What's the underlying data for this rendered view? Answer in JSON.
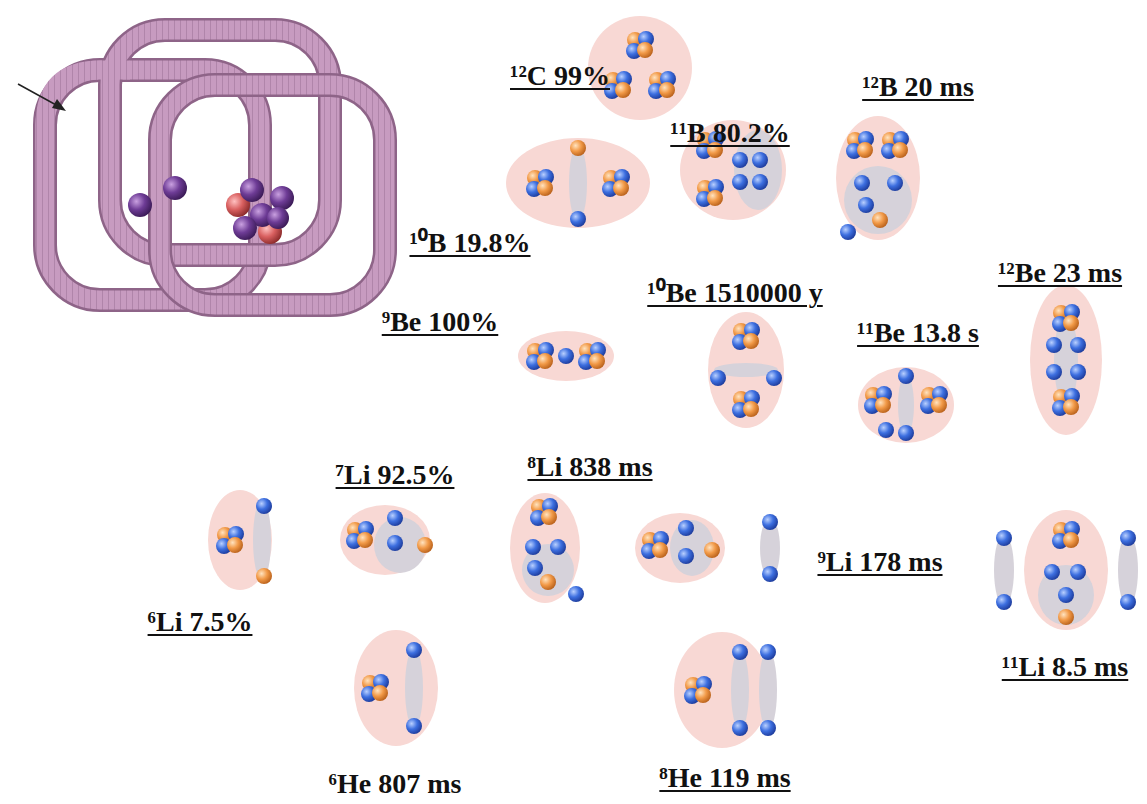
{
  "diagram": {
    "nodes": [
      {
        "text": [
          "¹²C 99%"
        ]
      },
      {
        "text": [
          "¹²B 20 ms"
        ]
      },
      {
        "text": [
          "¹¹B 80.2%"
        ]
      },
      {
        "text": [
          "¹⁰B 19.8%"
        ]
      },
      {
        "text": [
          "⁹Be 100%"
        ]
      },
      {
        "text": [
          "¹⁰Be 1510000 y"
        ]
      },
      {
        "text": [
          "¹¹Be 13.8 s"
        ]
      },
      {
        "text": [
          "¹²Be 23 ms"
        ]
      },
      {
        "text": [
          "⁶Li 7.5%"
        ]
      },
      {
        "text": [
          "⁷Li 92.5%"
        ]
      },
      {
        "text": [
          "⁸Li 838 ms"
        ]
      },
      {
        "text": [
          "⁹Li 178 ms"
        ]
      },
      {
        "text": [
          "¹¹Li 8.5 ms"
        ]
      },
      {
        "text": [
          "⁶He 807 ms"
        ]
      },
      {
        "text": [
          "⁸He 119 ms"
        ]
      }
    ]
  }
}
